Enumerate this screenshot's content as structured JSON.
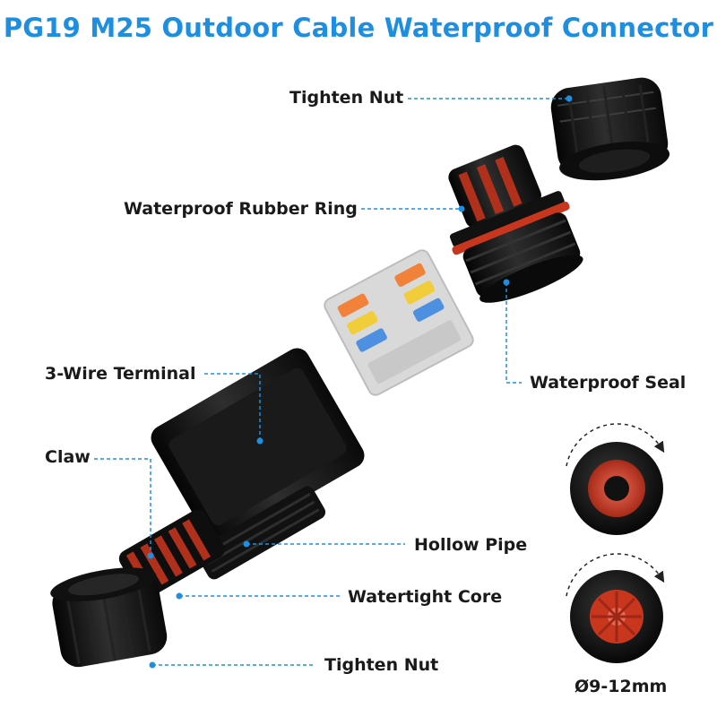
{
  "title": "PG19 M25 Outdoor Cable Waterproof Connector",
  "labels": {
    "tighten_nut_top": "Tighten Nut",
    "rubber_ring": "Waterproof Rubber Ring",
    "waterproof_seal": "Waterproof Seal",
    "three_wire_terminal": "3-Wire Terminal",
    "claw": "Claw",
    "hollow_pipe": "Hollow Pipe",
    "watertight_core": "Watertight Core",
    "tighten_nut_bottom": "Tighten Nut",
    "diameter": "Ø9-12mm"
  },
  "colors": {
    "title": "#1e8fe0",
    "leader": "#1e8fe0",
    "body": "#161616",
    "seal": "#c8361e"
  }
}
